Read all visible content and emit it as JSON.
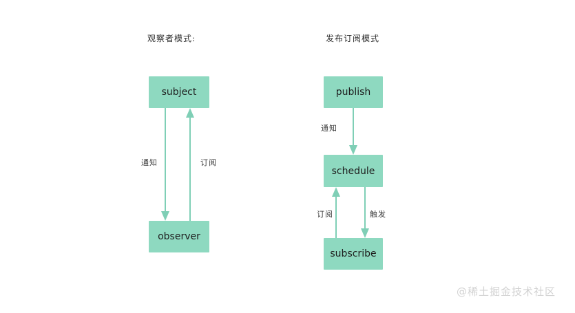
{
  "diagram": {
    "background_color": "#ffffff",
    "node_fill_color": "#8ed9c0",
    "arrow_color": "#7fcfb6",
    "panels": [
      {
        "id": "observer-pattern",
        "title": "观察者模式:",
        "nodes": [
          {
            "id": "subject",
            "label": "subject"
          },
          {
            "id": "observer",
            "label": "observer"
          }
        ],
        "edges": [
          {
            "id": "subject-to-observer",
            "label": "通知",
            "from": "subject",
            "to": "observer",
            "direction": "down"
          },
          {
            "id": "observer-to-subject",
            "label": "订阅",
            "from": "observer",
            "to": "subject",
            "direction": "up"
          }
        ]
      },
      {
        "id": "publish-subscribe-pattern",
        "title": "发布订阅模式",
        "nodes": [
          {
            "id": "publish",
            "label": "publish"
          },
          {
            "id": "schedule",
            "label": "schedule"
          },
          {
            "id": "subscribe",
            "label": "subscribe"
          }
        ],
        "edges": [
          {
            "id": "publish-to-schedule",
            "label": "通知",
            "from": "publish",
            "to": "schedule",
            "direction": "down"
          },
          {
            "id": "subscribe-to-schedule",
            "label": "订阅",
            "from": "subscribe",
            "to": "schedule",
            "direction": "up"
          },
          {
            "id": "schedule-to-subscribe",
            "label": "触发",
            "from": "schedule",
            "to": "subscribe",
            "direction": "down"
          }
        ]
      }
    ]
  },
  "watermark": {
    "text": "@稀土掘金技术社区"
  }
}
